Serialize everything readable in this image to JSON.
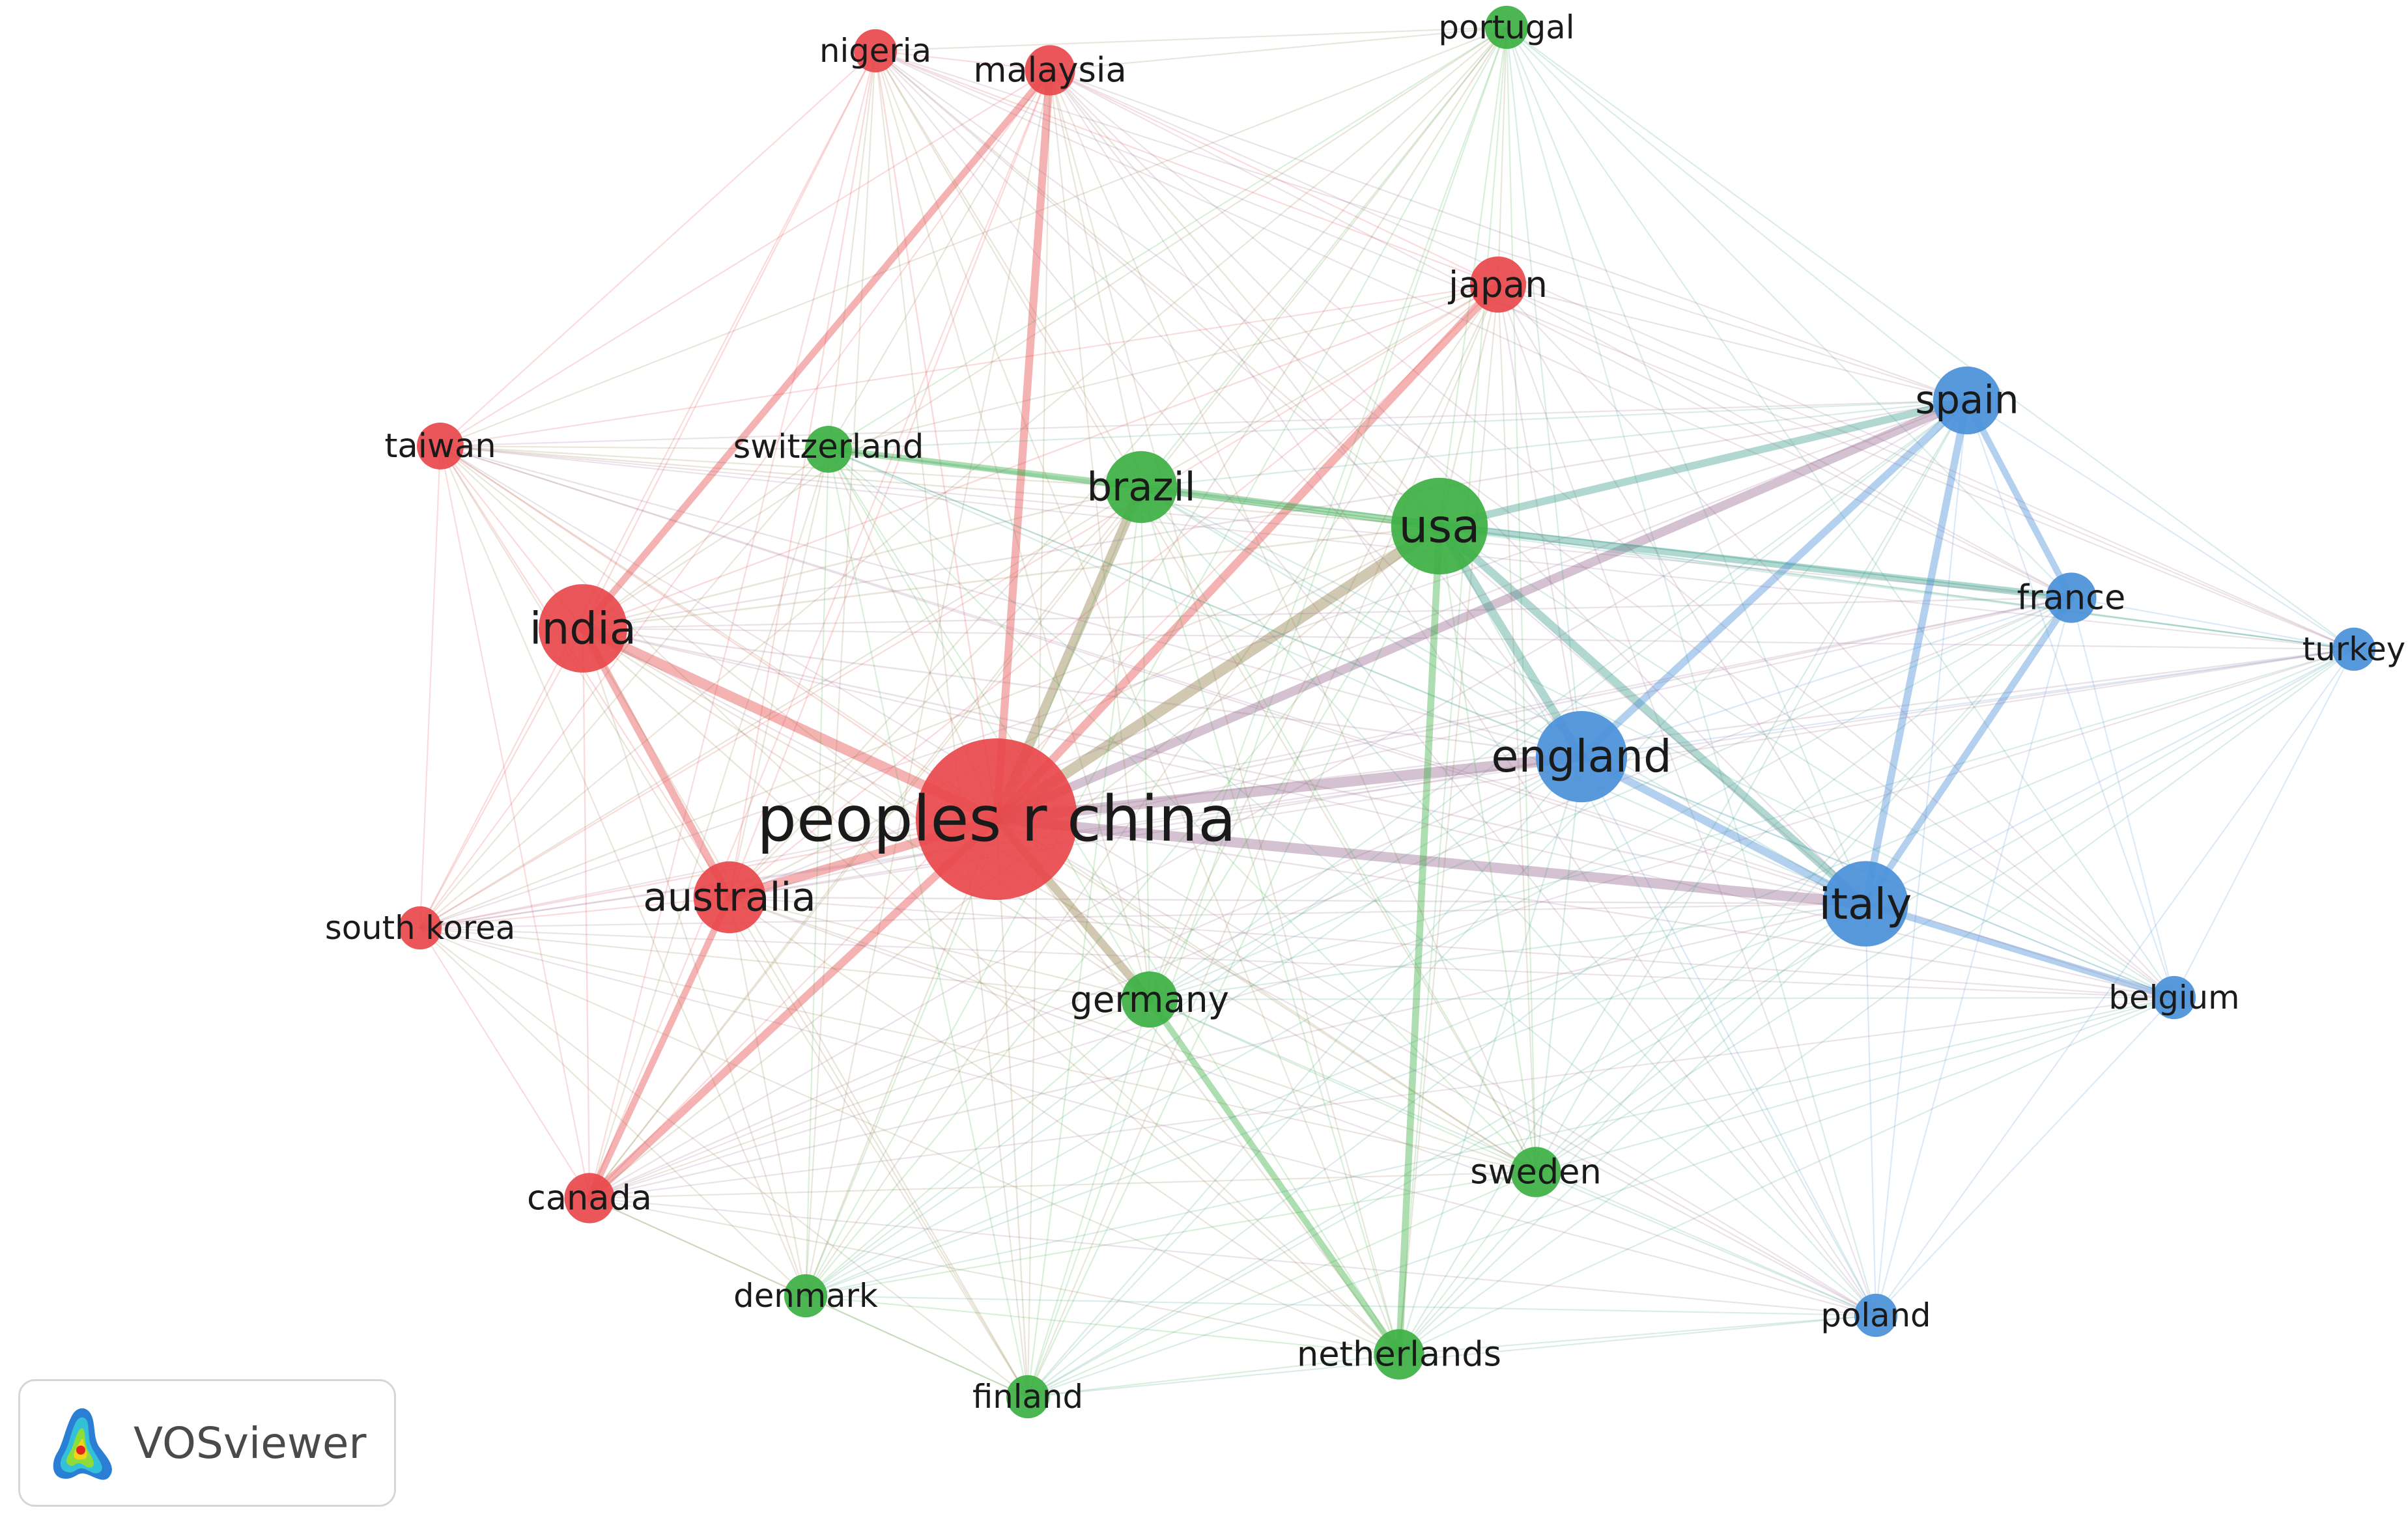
{
  "clusters": {
    "red": "#e8484b",
    "green": "#3cb043",
    "blue": "#4a90d9"
  },
  "nodes": [
    {
      "id": "peoples r china",
      "label": "peoples r china",
      "cluster": "red",
      "weight": 100
    },
    {
      "id": "usa",
      "label": "usa",
      "cluster": "green",
      "weight": 30
    },
    {
      "id": "india",
      "label": "india",
      "cluster": "red",
      "weight": 24
    },
    {
      "id": "england",
      "label": "england",
      "cluster": "blue",
      "weight": 26
    },
    {
      "id": "italy",
      "label": "italy",
      "cluster": "blue",
      "weight": 22
    },
    {
      "id": "spain",
      "label": "spain",
      "cluster": "blue",
      "weight": 12
    },
    {
      "id": "australia",
      "label": "australia",
      "cluster": "red",
      "weight": 14
    },
    {
      "id": "brazil",
      "label": "brazil",
      "cluster": "green",
      "weight": 14
    },
    {
      "id": "germany",
      "label": "germany",
      "cluster": "green",
      "weight": 7
    },
    {
      "id": "japan",
      "label": "japan",
      "cluster": "red",
      "weight": 7
    },
    {
      "id": "malaysia",
      "label": "malaysia",
      "cluster": "red",
      "weight": 5
    },
    {
      "id": "france",
      "label": "france",
      "cluster": "blue",
      "weight": 5
    },
    {
      "id": "sweden",
      "label": "sweden",
      "cluster": "green",
      "weight": 5
    },
    {
      "id": "netherlands",
      "label": "netherlands",
      "cluster": "green",
      "weight": 5
    },
    {
      "id": "canada",
      "label": "canada",
      "cluster": "red",
      "weight": 5
    },
    {
      "id": "taiwan",
      "label": "taiwan",
      "cluster": "red",
      "weight": 4
    },
    {
      "id": "switzerland",
      "label": "switzerland",
      "cluster": "green",
      "weight": 4
    },
    {
      "id": "poland",
      "label": "poland",
      "cluster": "blue",
      "weight": 3
    },
    {
      "id": "belgium",
      "label": "belgium",
      "cluster": "blue",
      "weight": 3
    },
    {
      "id": "nigeria",
      "label": "nigeria",
      "cluster": "red",
      "weight": 3
    },
    {
      "id": "portugal",
      "label": "portugal",
      "cluster": "green",
      "weight": 3
    },
    {
      "id": "turkey",
      "label": "turkey",
      "cluster": "blue",
      "weight": 3
    },
    {
      "id": "south korea",
      "label": "south korea",
      "cluster": "red",
      "weight": 3
    },
    {
      "id": "denmark",
      "label": "denmark",
      "cluster": "green",
      "weight": 3
    },
    {
      "id": "finland",
      "label": "finland",
      "cluster": "green",
      "weight": 3
    }
  ],
  "strong_links": [
    [
      "peoples r china",
      "usa"
    ],
    [
      "peoples r china",
      "india"
    ],
    [
      "peoples r china",
      "australia"
    ],
    [
      "peoples r china",
      "england"
    ],
    [
      "peoples r china",
      "italy"
    ],
    [
      "peoples r china",
      "japan"
    ],
    [
      "peoples r china",
      "malaysia"
    ],
    [
      "peoples r china",
      "canada"
    ],
    [
      "peoples r china",
      "spain"
    ],
    [
      "peoples r china",
      "germany"
    ],
    [
      "peoples r china",
      "brazil"
    ],
    [
      "usa",
      "brazil"
    ],
    [
      "usa",
      "england"
    ],
    [
      "usa",
      "italy"
    ],
    [
      "usa",
      "spain"
    ],
    [
      "usa",
      "france"
    ],
    [
      "usa",
      "netherlands"
    ],
    [
      "england",
      "italy"
    ],
    [
      "italy",
      "spain"
    ],
    [
      "spain",
      "france"
    ],
    [
      "spain",
      "england"
    ],
    [
      "india",
      "australia"
    ],
    [
      "india",
      "malaysia"
    ],
    [
      "brazil",
      "switzerland"
    ],
    [
      "germany",
      "netherlands"
    ],
    [
      "italy",
      "france"
    ],
    [
      "italy",
      "belgium"
    ],
    [
      "australia",
      "canada"
    ]
  ],
  "brand": {
    "name": "VOSviewer",
    "logo_icon": "vosviewer-logo-icon"
  }
}
